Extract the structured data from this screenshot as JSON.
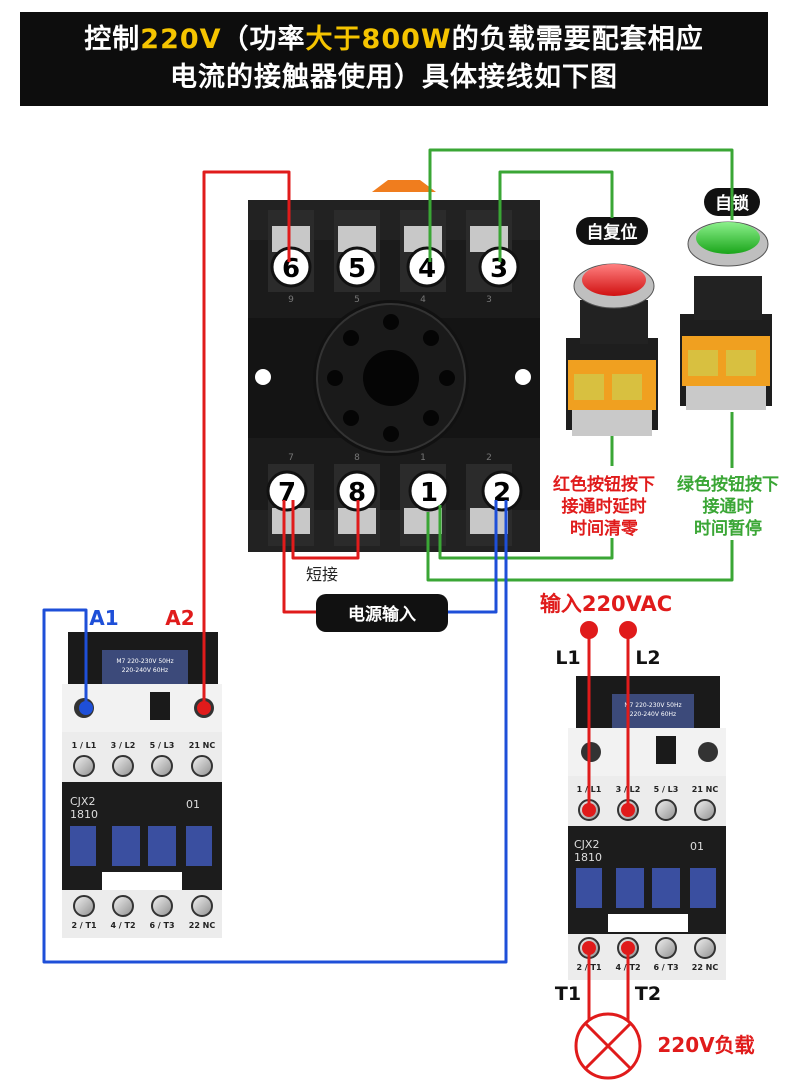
{
  "header": {
    "line1": [
      {
        "text": "控制",
        "highlight": false
      },
      {
        "text": "220V",
        "highlight": true
      },
      {
        "text": "（功率",
        "highlight": false
      },
      {
        "text": "大于",
        "highlight": true
      },
      {
        "text": "800W",
        "highlight": true
      },
      {
        "text": "的负载需要配套相应",
        "highlight": false
      }
    ],
    "line2": "电流的接触器使用）具体接线如下图"
  },
  "base": {
    "top_terminals": [
      "6",
      "5",
      "4",
      "3"
    ],
    "bottom_terminals": [
      "7",
      "8",
      "1",
      "2"
    ],
    "top_small": [
      "9",
      "5",
      "4",
      "3"
    ],
    "bottom_small": [
      "7",
      "8",
      "1",
      "2"
    ]
  },
  "buttons": {
    "red": {
      "tag": "自复位",
      "desc": [
        "红色按钮按下",
        "接通时延时",
        "时间清零"
      ]
    },
    "green": {
      "tag": "自锁",
      "desc": [
        "绿色按钮按下",
        "接通时",
        "时间暂停"
      ]
    }
  },
  "labels": {
    "short": "短接",
    "power_input": "电源输入",
    "a1": "A1",
    "a2": "A2",
    "input_220": "输入220VAC",
    "l1": "L1",
    "l2": "L2",
    "t1": "T1",
    "t2": "T2",
    "load": "220V负载"
  },
  "contactor": {
    "rating_1": "M7 220-230V 50Hz",
    "rating_2": "220-240V 60Hz",
    "model_1": "CJX2",
    "model_2": "1810",
    "code": "01",
    "top_terms": [
      "1 / L1",
      "3 / L2",
      "5 / L3",
      "21 NC"
    ],
    "bottom_terms": [
      "2 / T1",
      "4 / T2",
      "6 / T3",
      "22 NC"
    ]
  },
  "colors": {
    "red_wire": "#e01b1b",
    "green_wire": "#3aa635",
    "blue_wire": "#1e4fd8",
    "header_bg": "#0d0d0d",
    "highlight": "#f5c400"
  }
}
